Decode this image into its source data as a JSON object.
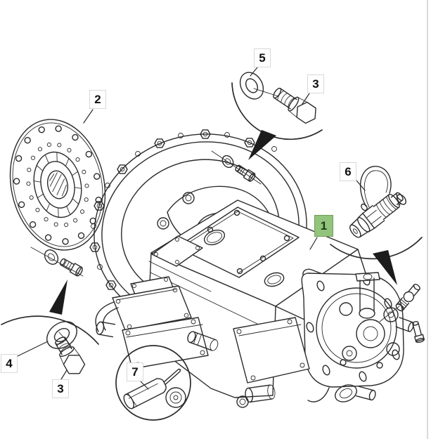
{
  "diagram": {
    "name": "hydraulic-pump-exploded-parts-diagram",
    "background": "#ffffff",
    "line_color": "#2b2b2b",
    "page_edge_color": "#d9d9d9",
    "callout_style": {
      "box_fill": "#ffffff",
      "box_border": "#d8d8d8",
      "text_color": "#111111",
      "highlight_fill": "#93c47d",
      "highlight_border": "#6f9e58",
      "highlight_text_color": "#1d3b12"
    },
    "callouts": [
      {
        "number": "1",
        "highlighted": true
      },
      {
        "number": "2",
        "highlighted": false
      },
      {
        "number": "3",
        "highlighted": false
      },
      {
        "number": "4",
        "highlighted": false
      },
      {
        "number": "5",
        "highlighted": false
      },
      {
        "number": "6",
        "highlighted": false
      },
      {
        "number": "7",
        "highlighted": false
      },
      {
        "number": "3",
        "highlighted": false
      }
    ]
  }
}
